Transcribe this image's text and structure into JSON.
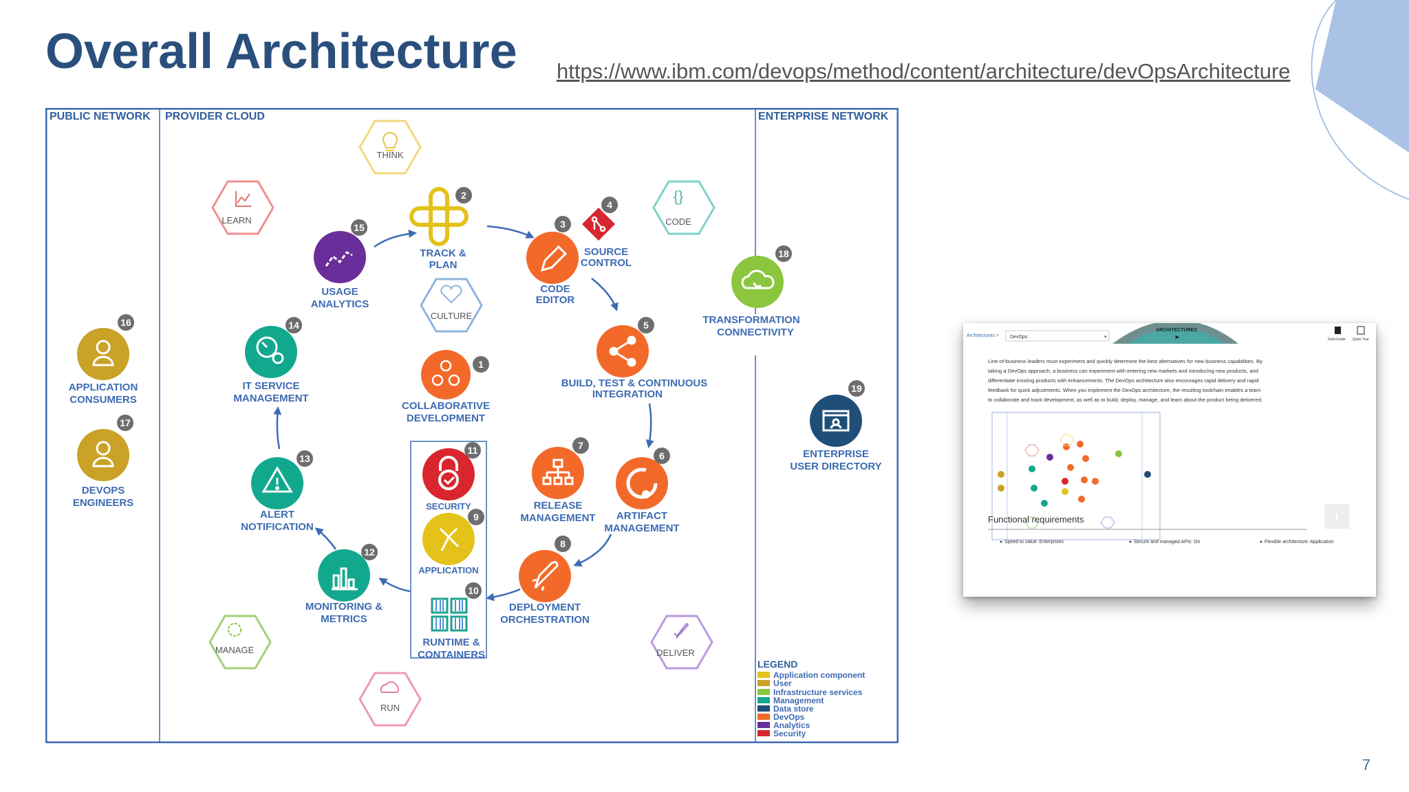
{
  "slide": {
    "title": "Overall Architecture",
    "link": "https://www.ibm.com/devops/method/content/architecture/devOpsArchitecture",
    "page_number": "7"
  },
  "colors": {
    "title": "#2a4f7d",
    "frame": "#3d6bb3",
    "zone_label": "#2f5d9e",
    "user": "#c9a227",
    "devops": "#f2692a",
    "management": "#12a88e",
    "analytics": "#6a2e9b",
    "security": "#d9262e",
    "app": "#e4c21a",
    "infra": "#8cc63f",
    "datastore": "#1f4e79",
    "badge": "#6d6d6d"
  },
  "zones": {
    "public": "PUBLIC NETWORK",
    "provider": "PROVIDER CLOUD",
    "enterprise": "ENTERPRISE NETWORK"
  },
  "phases": {
    "think": "THINK",
    "learn": "LEARN",
    "code": "CODE",
    "culture": "CULTURE",
    "manage": "MANAGE",
    "deliver": "DELIVER",
    "run": "RUN"
  },
  "components": {
    "c1": {
      "num": "1",
      "line1": "COLLABORATIVE",
      "line2": "DEVELOPMENT"
    },
    "c2": {
      "num": "2",
      "line1": "TRACK &",
      "line2": "PLAN"
    },
    "c3": {
      "num": "3",
      "line1": "CODE",
      "line2": "EDITOR"
    },
    "c4": {
      "num": "4",
      "line1": "SOURCE",
      "line2": "CONTROL"
    },
    "c5": {
      "num": "5",
      "line1": "BUILD, TEST & CONTINUOUS",
      "line2": "INTEGRATION"
    },
    "c6": {
      "num": "6",
      "line1": "ARTIFACT",
      "line2": "MANAGEMENT"
    },
    "c7": {
      "num": "7",
      "line1": "RELEASE",
      "line2": "MANAGEMENT"
    },
    "c8": {
      "num": "8",
      "line1": "DEPLOYMENT",
      "line2": "ORCHESTRATION"
    },
    "c9": {
      "num": "9",
      "line1": "APPLICATION"
    },
    "c10": {
      "num": "10",
      "line1": "RUNTIME &",
      "line2": "CONTAINERS"
    },
    "c11": {
      "num": "11",
      "line1": "SECURITY"
    },
    "c12": {
      "num": "12",
      "line1": "MONITORING &",
      "line2": "METRICS"
    },
    "c13": {
      "num": "13",
      "line1": "ALERT",
      "line2": "NOTIFICATION"
    },
    "c14": {
      "num": "14",
      "line1": "IT SERVICE",
      "line2": "MANAGEMENT"
    },
    "c15": {
      "num": "15",
      "line1": "USAGE",
      "line2": "ANALYTICS"
    },
    "c16": {
      "num": "16",
      "line1": "APPLICATION",
      "line2": "CONSUMERS"
    },
    "c17": {
      "num": "17",
      "line1": "DEVOPS",
      "line2": "ENGINEERS"
    },
    "c18": {
      "num": "18",
      "line1": "TRANSFORMATION",
      "line2": "CONNECTIVITY"
    },
    "c19": {
      "num": "19",
      "line1": "ENTERPRISE",
      "line2": "USER DIRECTORY"
    }
  },
  "legend": {
    "title": "LEGEND",
    "items": [
      {
        "label": "Application component",
        "color": "#e4c21a"
      },
      {
        "label": "User",
        "color": "#c9a227"
      },
      {
        "label": "Infrastructure services",
        "color": "#8cc63f"
      },
      {
        "label": "Management",
        "color": "#12a88e"
      },
      {
        "label": "Data store",
        "color": "#1f4e79"
      },
      {
        "label": "DevOps",
        "color": "#f2692a"
      },
      {
        "label": "Analytics",
        "color": "#6a2e9b"
      },
      {
        "label": "Security",
        "color": "#d9262e"
      }
    ]
  },
  "thumbnail": {
    "breadcrumb": "Architectures >",
    "select_value": "DevOps",
    "banner": "ARCHITECTURES",
    "field_guide": "Field Guide",
    "quick_tour": "Quick Tour",
    "description": [
      "Line-of-business leaders must experiment and quickly determine the best alternatives for new business capabilities. By",
      "taking a DevOps approach, a business can experiment with entering new markets and introducing new products, and",
      "differentiate existing products with enhancements. The DevOps architecture also encourages rapid delivery and rapid",
      "feedback for quick adjustments. When you implement the DevOps architecture, the resulting toolchain enables a team",
      "to collaborate and track development, as well as to build, deploy, manage, and learn about the product being delivered."
    ],
    "section_title": "Functional requirements",
    "requirements": [
      "Speed to value: Enterprises",
      "Secure and managed APIs: On",
      "Flexible architecture: Application"
    ]
  }
}
